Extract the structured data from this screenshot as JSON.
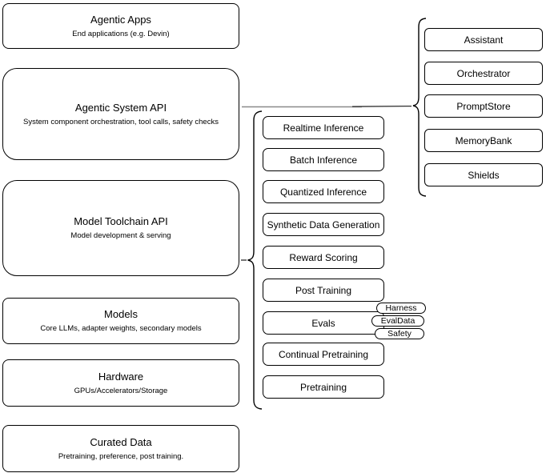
{
  "stack": {
    "items": [
      {
        "title": "Agentic Apps",
        "subtitle": "End applications (e.g. Devin)"
      },
      {
        "title": "Agentic System API",
        "subtitle": "System component orchestration, tool calls, safety checks"
      },
      {
        "title": "Model Toolchain API",
        "subtitle": "Model development & serving"
      },
      {
        "title": "Models",
        "subtitle": "Core LLMs, adapter weights, secondary models"
      },
      {
        "title": "Hardware",
        "subtitle": "GPUs/Accelerators/Storage"
      },
      {
        "title": "Curated Data",
        "subtitle": "Pretraining, preference, post training."
      }
    ]
  },
  "toolchain": {
    "items": [
      "Realtime Inference",
      "Batch Inference",
      "Quantized Inference",
      "Synthetic Data Generation",
      "Reward Scoring",
      "Post Training",
      "Evals",
      "Continual Pretraining",
      "Pretraining"
    ]
  },
  "system": {
    "items": [
      "Assistant",
      "Orchestrator",
      "PromptStore",
      "MemoryBank",
      "Shields"
    ]
  },
  "evals": {
    "tags": [
      "Harness",
      "EvalData",
      "Safety"
    ]
  },
  "colors": {
    "stroke": "#000000",
    "connector_gray": "#8a8a8a",
    "connector_dark": "#2e2e2e",
    "background": "#ffffff"
  }
}
